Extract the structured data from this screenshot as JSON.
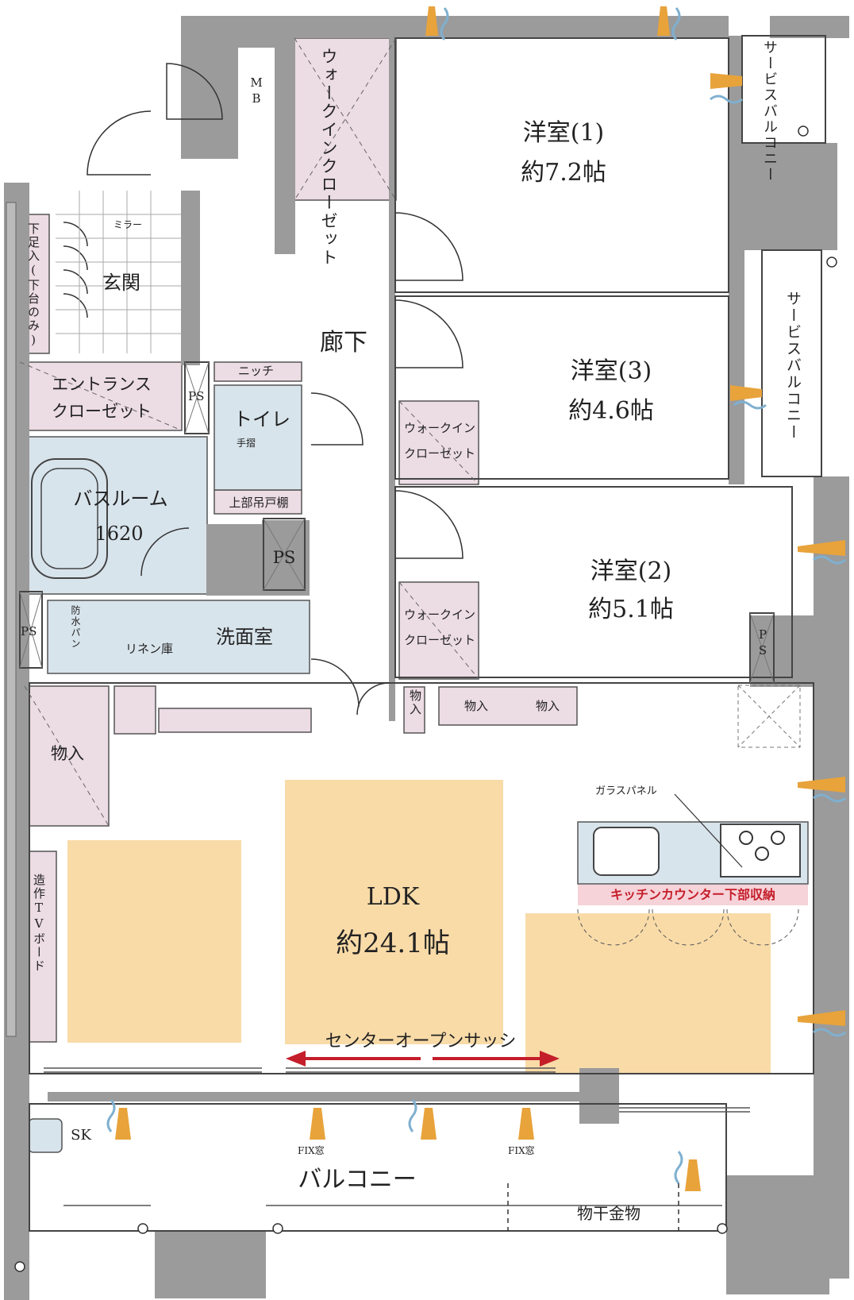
{
  "rooms": {
    "western1": {
      "name": "洋室(1)",
      "size": "約7.2帖"
    },
    "western3": {
      "name": "洋室(3)",
      "size": "約4.6帖"
    },
    "western2": {
      "name": "洋室(2)",
      "size": "約5.1帖"
    },
    "ldk": {
      "name": "LDK",
      "size": "約24.1帖"
    },
    "hallway": "廊下",
    "entrance": "玄関",
    "bathroom": {
      "name": "バスルーム",
      "size": "1620"
    },
    "washroom": "洗面室",
    "toilet": "トイレ",
    "balcony": "バルコニー"
  },
  "storage": {
    "walkin_closet_top": "ウォークインクローゼット",
    "walkin_closet_3": [
      "ウォークイン",
      "クローゼット"
    ],
    "walkin_closet_2": [
      "ウォークイン",
      "クローゼット"
    ],
    "entrance_closet": [
      "エントランス",
      "クローゼット"
    ],
    "shoe_storage": "下足入(下台のみ)",
    "storage_left": "物入",
    "storage_small": "物入",
    "storage_mid": "物入",
    "storage_right": "物入",
    "linen": "リネン庫",
    "niche": "ニッチ",
    "upper_shelf": "上部吊戸棚",
    "handrail": "手摺",
    "waterproof_pan": "防水パン",
    "tv_board": "造作TVボード",
    "mirror": "ミラー"
  },
  "service_balcony_top": "サービスバルコニー",
  "service_balcony_right": "サービスバルコニー",
  "labels": {
    "mb": "MB",
    "ps": "PS",
    "sk": "SK",
    "glass_panel": "ガラスパネル",
    "kitchen_storage": "キッチンカウンター下部収納",
    "center_open_sash": "センターオープンサッシ",
    "fix_window": "FIX窓",
    "laundry_hardware": "物干金物"
  },
  "colors": {
    "wall": "#9b9b9b",
    "closet": "#ecdce3",
    "wet_area": "#d8e4ec",
    "furniture_zone": "#f9dba8",
    "kitchen_label": "#f6d2d9",
    "arrow": "#c41e2a",
    "breeze": "#7fb0d0",
    "light": "#e8a33a"
  }
}
